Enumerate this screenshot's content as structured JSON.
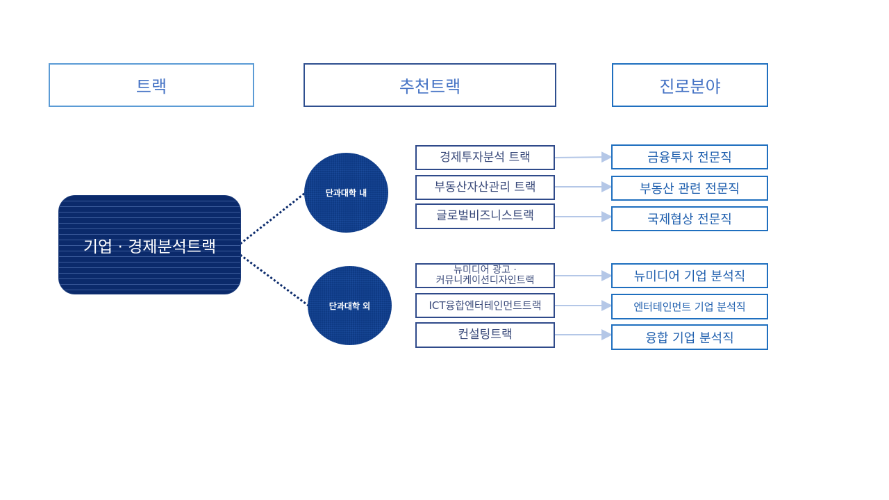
{
  "headers": {
    "track": "트랙",
    "recommended": "추천트랙",
    "career": "진로분야"
  },
  "main_track": "기업 · 경제분석트랙",
  "groups": {
    "inside": "단과대학 내",
    "outside": "단과대학 외"
  },
  "tracks": [
    {
      "label": "경제투자분석 트랙",
      "career": "금융투자 전문직"
    },
    {
      "label": "부동산자산관리 트랙",
      "career": "부동산 관련 전문직"
    },
    {
      "label": "글로벌비즈니스트랙",
      "career": "국제협상 전문직"
    },
    {
      "label": "뉴미디어 광고 ·",
      "label2": "커뮤니케이션디자인트랙",
      "career": "뉴미디어 기업 분석직"
    },
    {
      "label": "ICT융합엔터테인먼트트랙",
      "career": "엔터테인먼트 기업 분석직"
    },
    {
      "label": "컨설팅트랙",
      "career": "융합 기업 분석직"
    }
  ]
}
